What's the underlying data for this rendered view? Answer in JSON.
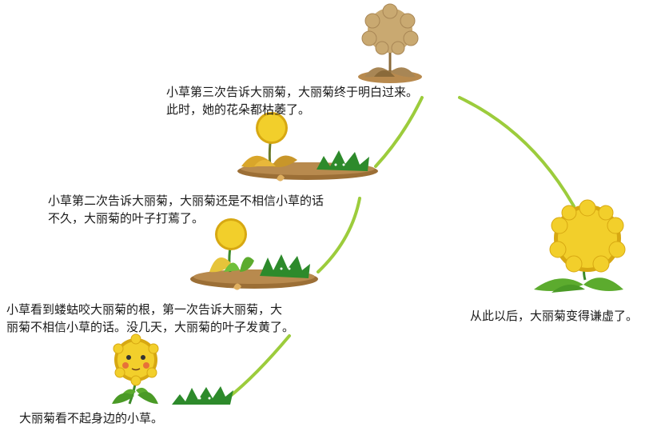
{
  "captions": {
    "stage1": "大丽菊看不起身边的小草。",
    "stage2_line1": "小草看到蝼蛄咬大丽菊的根，第一次告诉大丽菊，大",
    "stage2_line2": "丽菊不相信小草的话。没几天，大丽菊的叶子发黄了。",
    "stage3_line1": "小草第二次告诉大丽菊，大丽菊还是不相信小草的话",
    "stage3_line2": "不久，大丽菊的叶子打蔫了。",
    "stage4_line1": "小草第三次告诉大丽菊，大丽菊终于明白过来。",
    "stage4_line2": "此时，她的花朵都枯萎了。",
    "stage5": "从此以后，大丽菊变得谦虚了。"
  },
  "colors": {
    "connector": "#9ccc3c",
    "flower_yellow": "#f2cf2b",
    "flower_dark": "#d7a812",
    "withered": "#c9a971",
    "grass_green": "#2d8a2b",
    "leaf_green": "#5cab2e",
    "soil": "#9c6f36"
  }
}
